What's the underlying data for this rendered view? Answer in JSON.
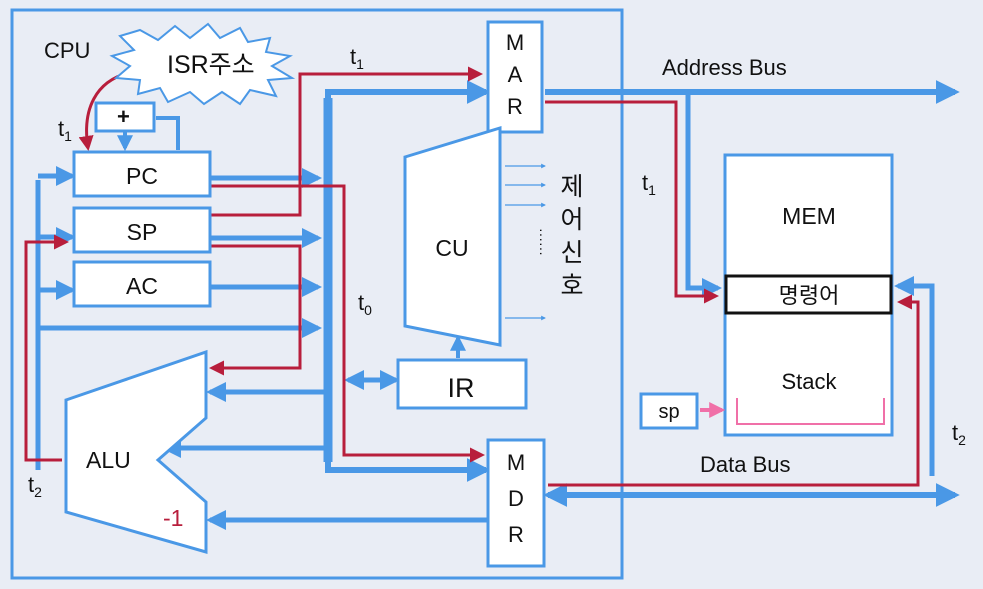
{
  "labels": {
    "cpu": "CPU",
    "isr": "ISR주소",
    "plus": "+",
    "pc": "PC",
    "sp": "SP",
    "ac": "AC",
    "alu": "ALU",
    "minus_one": "-1",
    "mar": [
      "M",
      "A",
      "R"
    ],
    "mdr": [
      "M",
      "D",
      "R"
    ],
    "cu": "CU",
    "ir": "IR",
    "control_signal": [
      "제",
      "어",
      "신",
      "호"
    ],
    "dots": "······",
    "address_bus": "Address Bus",
    "data_bus": "Data Bus",
    "mem": "MEM",
    "instruction": "명령어",
    "stack": "Stack",
    "sp_small": "sp"
  },
  "timing": {
    "t1_pc": "t",
    "t1_mar": "t",
    "t1_mem": "t",
    "t0": "t",
    "t2_left": "t",
    "t2_right": "t",
    "sub_1": "1",
    "sub_0": "0",
    "sub_2": "2"
  },
  "colors": {
    "background": "#e9edf5",
    "blue": "#4a98e6",
    "red": "#b81e3c",
    "box_fill": "#ffffff",
    "pink": "#f070a8"
  }
}
